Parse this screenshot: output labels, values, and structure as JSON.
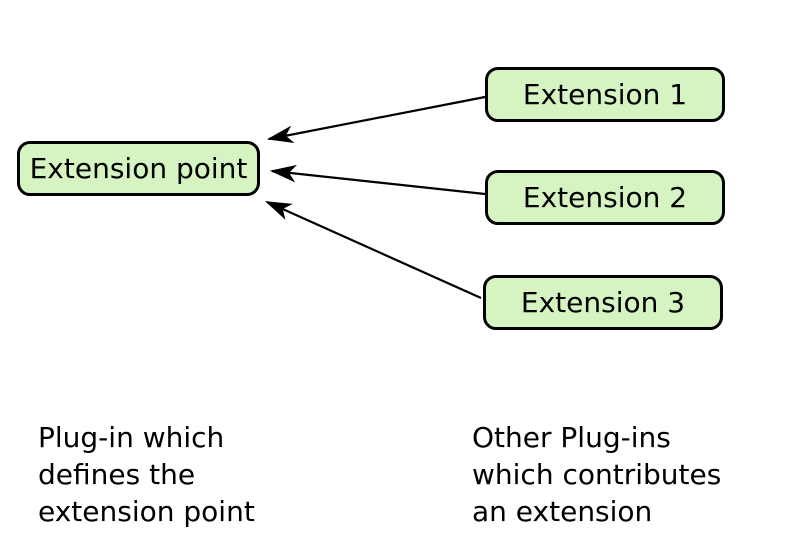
{
  "diagram": {
    "colors": {
      "background": "#ffffff",
      "box_fill": "#d5f4c2",
      "box_border": "#000000",
      "arrow": "#000000",
      "text": "#000000"
    },
    "extension_point": {
      "label": "Extension point"
    },
    "extensions": [
      {
        "label": "Extension 1"
      },
      {
        "label": "Extension 2"
      },
      {
        "label": "Extension 3"
      }
    ],
    "connections": [
      {
        "from": "Extension 1",
        "to": "Extension point"
      },
      {
        "from": "Extension 2",
        "to": "Extension point"
      },
      {
        "from": "Extension 3",
        "to": "Extension point"
      }
    ],
    "captions": {
      "left": {
        "lines": [
          "Plug-in which",
          "defines the",
          "extension point"
        ]
      },
      "right": {
        "lines": [
          "Other Plug-ins",
          "which contributes",
          "an extension"
        ]
      }
    }
  }
}
